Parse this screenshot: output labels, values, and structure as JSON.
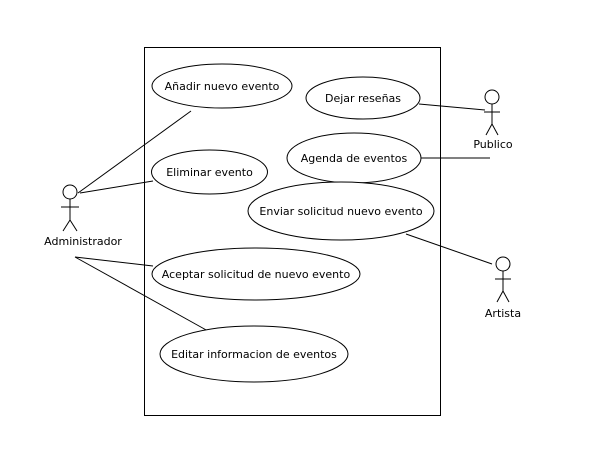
{
  "actors": {
    "administrador": "Administrador",
    "publico": "Publico",
    "artista": "Artista"
  },
  "use_cases": {
    "anadir": "Añadir nuevo evento",
    "eliminar": "Eliminar evento",
    "aceptar": "Aceptar solicitud de nuevo evento",
    "editar": "Editar informacion de eventos",
    "dejar": "Dejar reseñas",
    "agenda": "Agenda de eventos",
    "enviar": "Enviar solicitud nuevo evento"
  }
}
